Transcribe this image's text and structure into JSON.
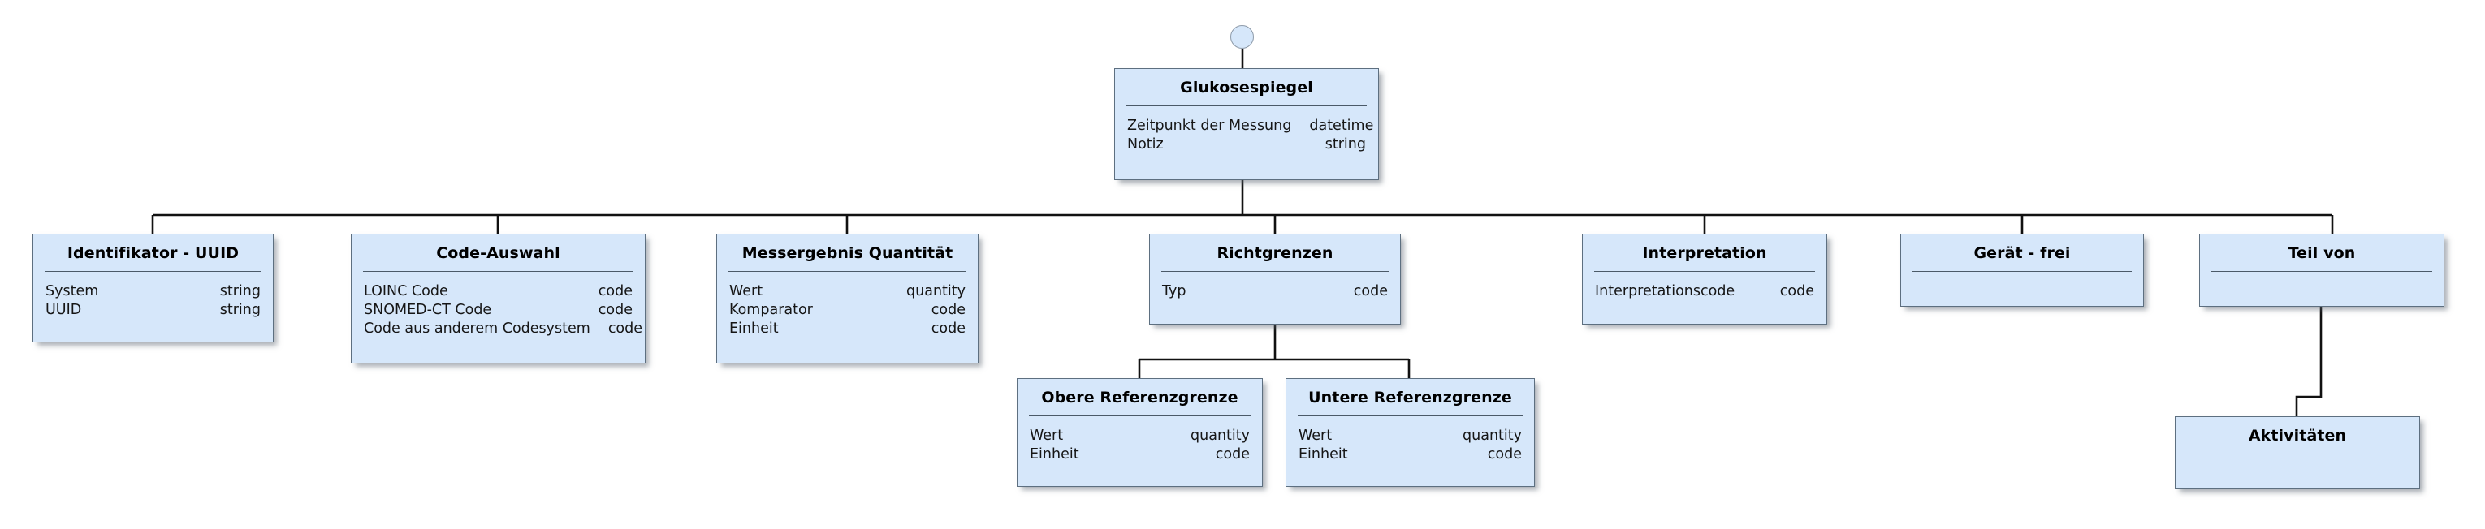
{
  "diagram": {
    "title": "Glukosespiegel",
    "type": "uml-class-hierarchy",
    "language": "de",
    "colors": {
      "box_fill": "#d6e7fa",
      "box_border": "#5d6f80",
      "divider": "#4b5a68",
      "connector": "#111111",
      "text": "#000000",
      "background": "#ffffff"
    }
  },
  "root_marker": {
    "shape": "circle",
    "name": "root-connector-circle"
  },
  "nodes": {
    "glukosespiegel": {
      "title": "Glukosespiegel",
      "attributes": [
        {
          "name": "Zeitpunkt der Messung",
          "type": "datetime"
        },
        {
          "name": "Notiz",
          "type": "string"
        }
      ]
    },
    "identifikator": {
      "title": "Identifikator - UUID",
      "attributes": [
        {
          "name": "System",
          "type": "string"
        },
        {
          "name": "UUID",
          "type": "string"
        }
      ]
    },
    "code_auswahl": {
      "title": "Code-Auswahl",
      "attributes": [
        {
          "name": "LOINC Code",
          "type": "code"
        },
        {
          "name": "SNOMED-CT Code",
          "type": "code"
        },
        {
          "name": "Code aus anderem Codesystem",
          "type": "code"
        }
      ]
    },
    "messergebnis": {
      "title": "Messergebnis Quantität",
      "attributes": [
        {
          "name": "Wert",
          "type": "quantity"
        },
        {
          "name": "Komparator",
          "type": "code"
        },
        {
          "name": "Einheit",
          "type": "code"
        }
      ]
    },
    "richtgrenzen": {
      "title": "Richtgrenzen",
      "attributes": [
        {
          "name": "Typ",
          "type": "code"
        }
      ]
    },
    "interpretation": {
      "title": "Interpretation",
      "attributes": [
        {
          "name": "Interpretationscode",
          "type": "code"
        }
      ]
    },
    "geraet": {
      "title": "Gerät - frei",
      "attributes": []
    },
    "teil_von": {
      "title": "Teil von",
      "attributes": []
    },
    "obere_referenzgrenze": {
      "title": "Obere Referenzgrenze",
      "attributes": [
        {
          "name": "Wert",
          "type": "quantity"
        },
        {
          "name": "Einheit",
          "type": "code"
        }
      ]
    },
    "untere_referenzgrenze": {
      "title": "Untere Referenzgrenze",
      "attributes": [
        {
          "name": "Wert",
          "type": "quantity"
        },
        {
          "name": "Einheit",
          "type": "code"
        }
      ]
    },
    "aktivitaeten": {
      "title": "Aktivitäten",
      "attributes": []
    }
  }
}
